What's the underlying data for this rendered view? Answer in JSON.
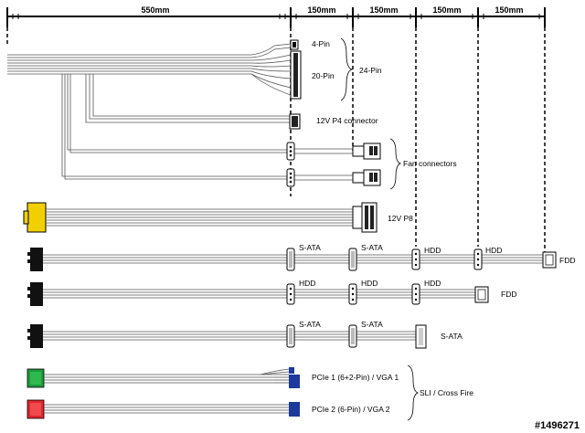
{
  "dimensions": {
    "seg1": "550mm",
    "seg2": "150mm",
    "seg3": "150mm",
    "seg4": "150mm",
    "seg5": "150mm"
  },
  "labels": {
    "pin4": "4-Pin",
    "pin20": "20-Pin",
    "pin24": "24-Pin",
    "p4": "12V P4 connector",
    "fan": "Fan connectors",
    "p8": "12V P8",
    "sata": "S-ATA",
    "hdd": "HDD",
    "fdd": "FDD",
    "pcie1": "PCIe 1 (6+2-Pin) / VGA 1",
    "pcie2": "PCIe 2 (6-Pin) / VGA 2",
    "sli": "SLI / Cross Fire"
  },
  "watermark": "#1496271",
  "colors": {
    "wire": "#555555",
    "p8_connector": "#f2d000",
    "pcie1_connector": "#1e9a3a",
    "pcie2_connector": "#e0262c",
    "pcie_plug": "#1c3a9c",
    "black_connector": "#111111"
  }
}
